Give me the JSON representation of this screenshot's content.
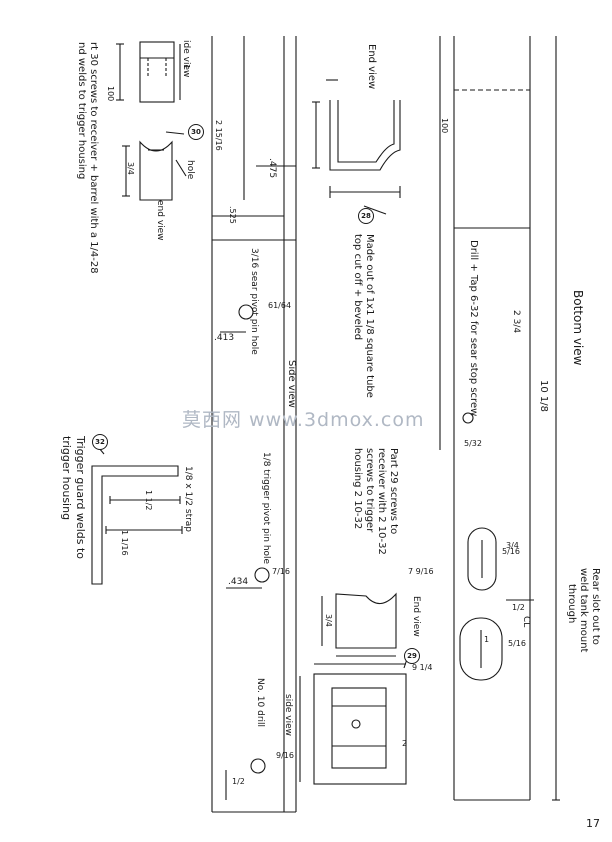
{
  "watermark": "莫西网 www.3dmox.com",
  "page_number": "17",
  "top_left": {
    "note_line1": "rt 30 screws to receiver + barrel with a 1/4-28",
    "note_line2": "nd welds to trigger housing",
    "side_view_label": "ide view",
    "end_view_label": "end view",
    "hole_label": "hole",
    "callout": "30",
    "dim_1": "1",
    "dim_100": "100",
    "dim_2_15_16": "2 15/16",
    "dim_3_4": "3/4"
  },
  "middle": {
    "end_view_label": "End view",
    "callout_28": "28",
    "made_of_line1": "Made out of 1x1 1/8 square tube",
    "made_of_line2": "top cut off + beveled",
    "dim_475": ".475",
    "dim_525": ".525",
    "dim_413": ".413",
    "dim_434": ".434",
    "sear_pin_label": "3/16 sear pivot pin hole",
    "trigger_pin_label": "1/8 trigger pivot pin hole",
    "side_view_label": "Side view",
    "drill_label": "No. 10 drill",
    "dim_61_64": "61/64",
    "dim_7_16": "7/16",
    "dim_9_16": "9/16",
    "dim_1_2": "1/2"
  },
  "left_lower": {
    "callout_32": "32",
    "strap_label": "1/8 x 1/2 strap",
    "guard_line1": "Trigger guard welds to",
    "guard_line2": "trigger housing",
    "dim_1_1_2": "1 1/2",
    "dim_1_1_16": "1 1/16"
  },
  "right_lower": {
    "part29_line1": "Part 29 screws to",
    "part29_line2": "receiver with 2 10-32",
    "part29_line3": "screws to trigger",
    "part29_line4": "housing 2 10-32",
    "end_view_label": "End view",
    "side_view_label": "side view",
    "callout_29": "29",
    "dim_7_9_16": "7 9/16",
    "dim_9_1_4": "9 1/4",
    "dim_3_4": "3/4",
    "dim_2": "2"
  },
  "right": {
    "bottom_view_label": "Bottom view",
    "drill_tap_label": "Drill + Tap 6-32 for sear stop screw",
    "dim_2_3_4": "2 3/4",
    "dim_10_1_8": "10 1/8",
    "dim_100": "100",
    "dim_5_16a": "5/16",
    "dim_5_16b": "5/16",
    "dim_3_4": "3/4",
    "dim_1": "1",
    "dim_1_2": "1/2",
    "cl_label": "CL",
    "dim_5_32": "5/32",
    "rear_slot_line1": "Rear slot out to",
    "rear_slot_line2": "weld tank mount",
    "rear_slot_line3": "through"
  }
}
